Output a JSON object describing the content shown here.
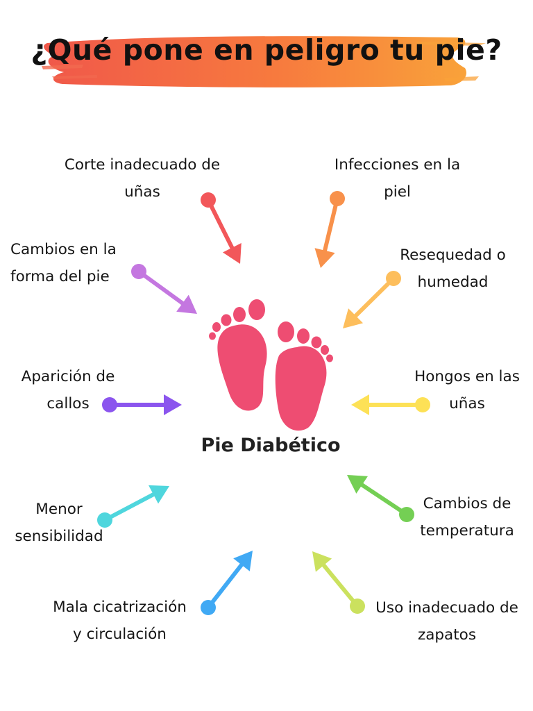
{
  "title": "¿Qué pone en peligro tu pie?",
  "center_label": "Pie Diabético",
  "colors": {
    "brush_orange": "#f7913a",
    "brush_red": "#f0584a",
    "foot": "#ee4d72"
  },
  "factors": [
    {
      "id": "corte",
      "line1": "Corte inadecuado de",
      "line2": "uñas",
      "color": "#f2575a"
    },
    {
      "id": "infecciones",
      "line1": "Infecciones en la",
      "line2": "piel",
      "color": "#f8914b"
    },
    {
      "id": "cambios-forma",
      "line1": "Cambios en la",
      "line2": "forma del pie",
      "color": "#c477e0"
    },
    {
      "id": "resequedad",
      "line1": "Resequedad o",
      "line2": "humedad",
      "color": "#fdbe5c"
    },
    {
      "id": "callos",
      "line1": "Aparición de",
      "line2": "callos",
      "color": "#8b55ee"
    },
    {
      "id": "hongos",
      "line1": "Hongos en las",
      "line2": "uñas",
      "color": "#fde156"
    },
    {
      "id": "sensibilidad",
      "line1": "Menor",
      "line2": "sensibilidad",
      "color": "#4fd6dd"
    },
    {
      "id": "temperatura",
      "line1": "Cambios de",
      "line2": "temperatura",
      "color": "#74cf54"
    },
    {
      "id": "cicatrizacion",
      "line1": "Mala cicatrización",
      "line2": "y circulación",
      "color": "#40a9f4"
    },
    {
      "id": "zapatos",
      "line1": "Uso inadecuado de",
      "line2": "zapatos",
      "color": "#cbe15e"
    }
  ]
}
